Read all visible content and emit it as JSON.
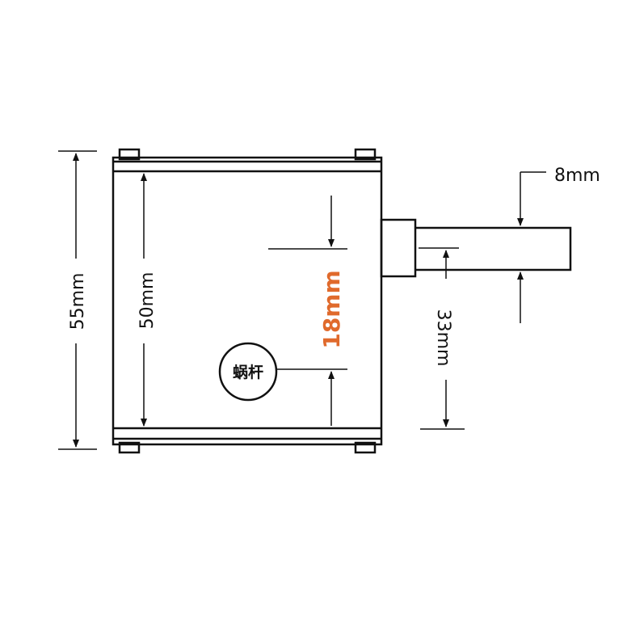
{
  "dimensions": {
    "total_height": "55mm",
    "inner_height": "50mm",
    "offset": "18mm",
    "shaft_diameter": "8mm",
    "shaft_offset": "33mm"
  },
  "worm_label": "蜗杆",
  "colors": {
    "line": "#111111",
    "accent": "#e06a2c",
    "background": "#ffffff"
  }
}
